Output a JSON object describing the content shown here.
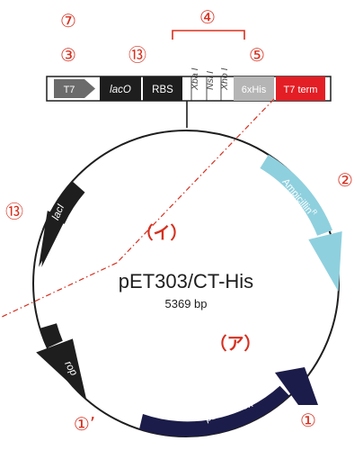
{
  "plasmid": {
    "name": "pET303/CT-His",
    "size": "5369 bp"
  },
  "cassette": {
    "t7": "T7",
    "laco": "lacO",
    "rbs": "RBS",
    "xba": "Xba I",
    "nsi": "Nsi I",
    "xho": "Xho I",
    "his": "6xHis",
    "term": "T7 term"
  },
  "features": {
    "ampicillin": "Ampicillin",
    "ampicillin_sup": "R",
    "laci": "lacI",
    "rop": "rop",
    "ori": "pBR322 ori"
  },
  "annotations": {
    "n7": "⑦",
    "n3": "③",
    "n13_top": "⑬",
    "n4": "④",
    "n5": "⑤",
    "n2": "②",
    "n13_left": "⑬",
    "n1": "①",
    "n1p": "①’",
    "region_i": "（イ）",
    "region_a": "（ア）"
  },
  "colors": {
    "ampicillin": "#8fd0de",
    "ori": "#1c1c4a",
    "dark": "#1e1e1e",
    "term": "#e31e24",
    "his": "#b5b5b5",
    "annotation": "#d6301f"
  }
}
